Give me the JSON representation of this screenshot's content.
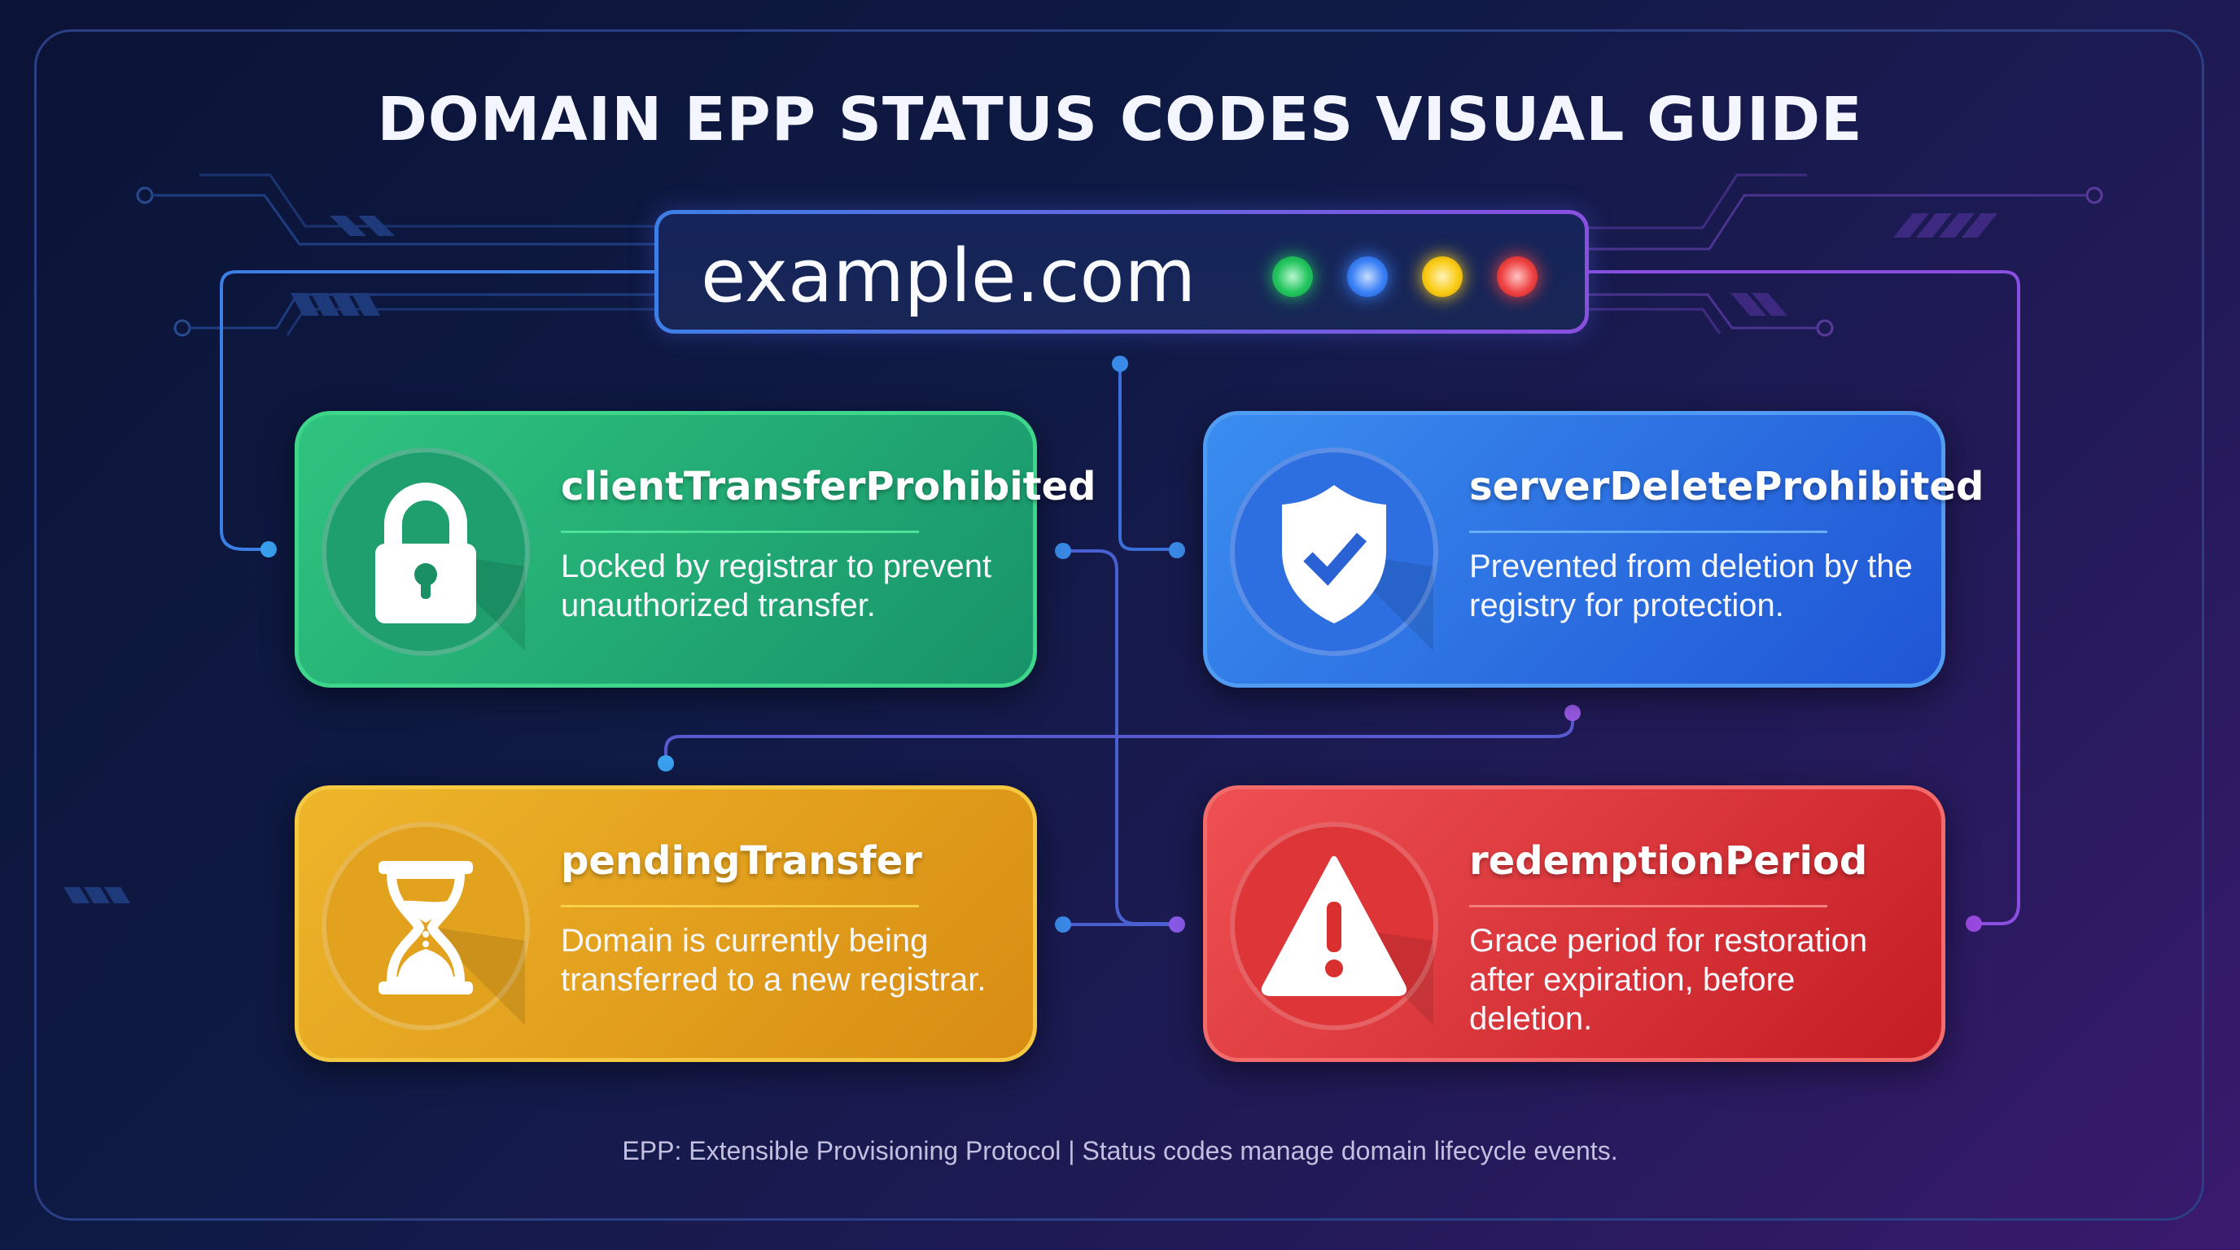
{
  "title": "DOMAIN EPP STATUS CODES VISUAL GUIDE",
  "domain_bar": {
    "domain": "example.com",
    "status_dots": [
      {
        "name": "green",
        "color": "#22c55e"
      },
      {
        "name": "blue",
        "color": "#3b82f6"
      },
      {
        "name": "yellow",
        "color": "#facc15"
      },
      {
        "name": "red",
        "color": "#ef4444"
      }
    ]
  },
  "cards": [
    {
      "code": "clientTransferProhibited",
      "description": "Locked by registrar to prevent unauthorized transfer.",
      "icon": "lock-icon",
      "color": "#1fa672"
    },
    {
      "code": "serverDeleteProhibited",
      "description": "Prevented from deletion by the registry for protection.",
      "icon": "shield-check-icon",
      "color": "#2a6ee6"
    },
    {
      "code": "pendingTransfer",
      "description": "Domain is currently being transferred to a new registrar.",
      "icon": "hourglass-icon",
      "color": "#e3a01d"
    },
    {
      "code": "redemptionPeriod",
      "description": "Grace period for restoration after expiration, before deletion.",
      "icon": "warning-triangle-icon",
      "color": "#dc3034"
    }
  ],
  "footer": "EPP: Extensible Provisioning Protocol | Status codes manage domain lifecycle events."
}
